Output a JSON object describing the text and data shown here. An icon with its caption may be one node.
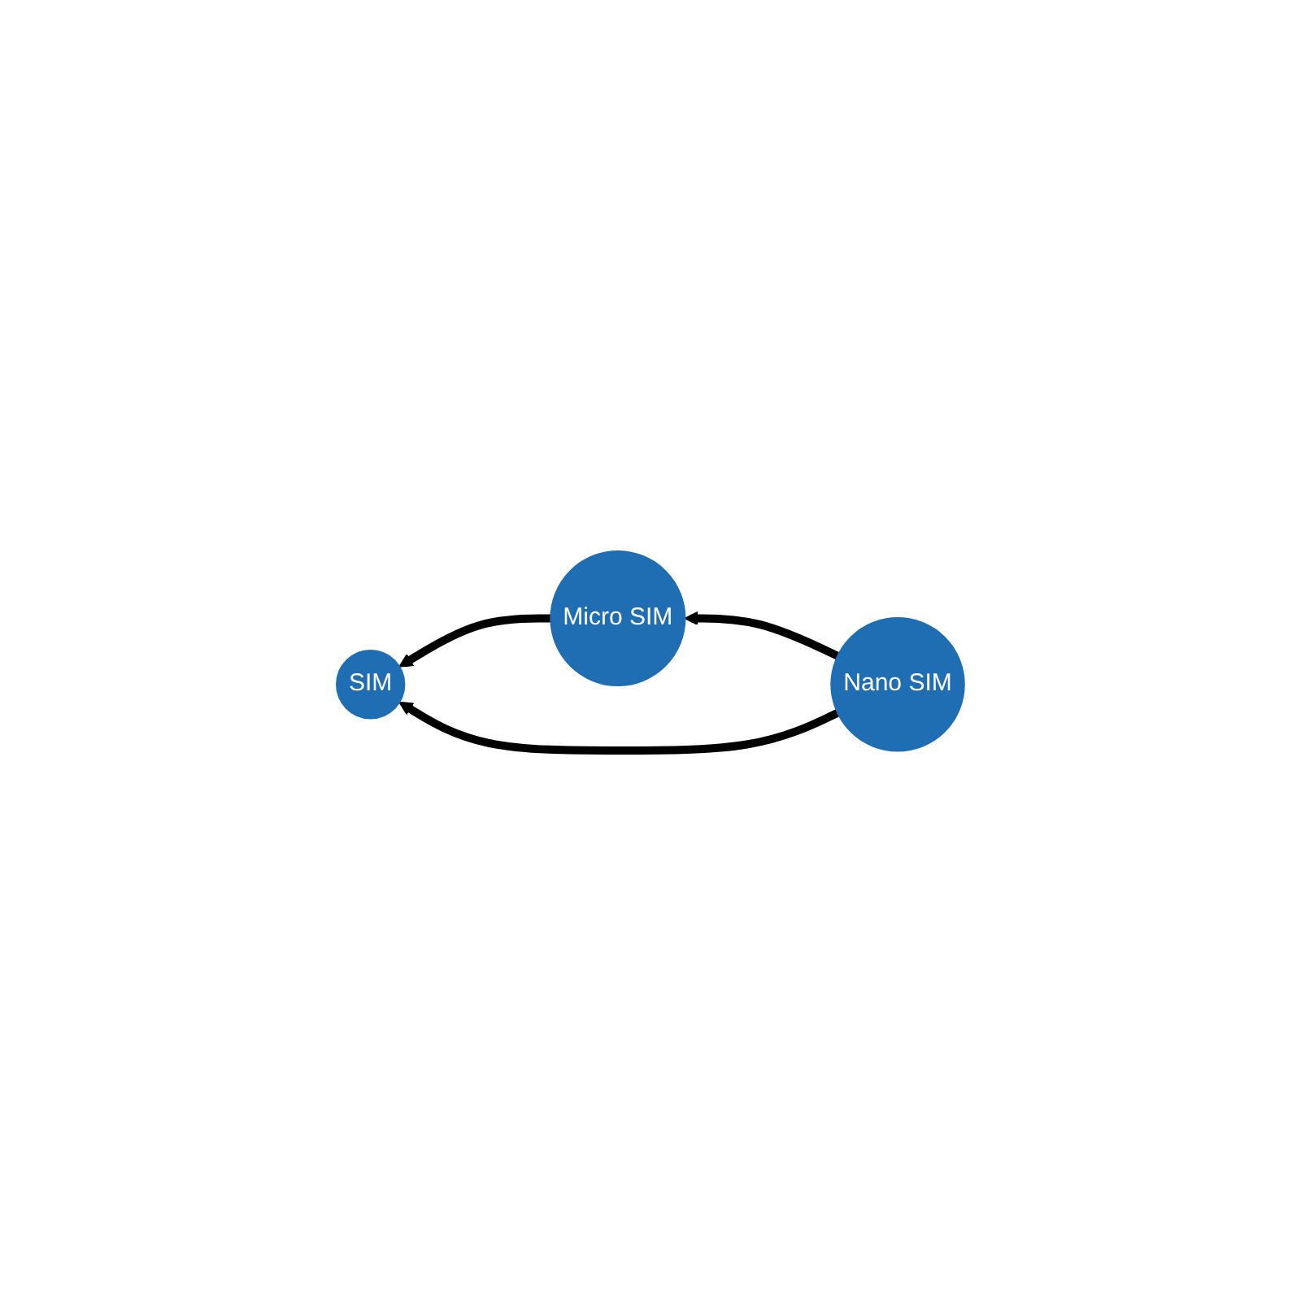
{
  "diagram": {
    "nodes": [
      {
        "text": [
          "SIM"
        ]
      },
      {
        "text": [
          "Micro SIM"
        ]
      },
      {
        "text": [
          "Nano SIM"
        ]
      }
    ],
    "edges": [
      {
        "from": 1,
        "to": 0,
        "arrow": "to"
      },
      {
        "from": 2,
        "to": 0,
        "arrow": "to"
      },
      {
        "from": 2,
        "to": 1,
        "arrow": "to"
      }
    ]
  }
}
